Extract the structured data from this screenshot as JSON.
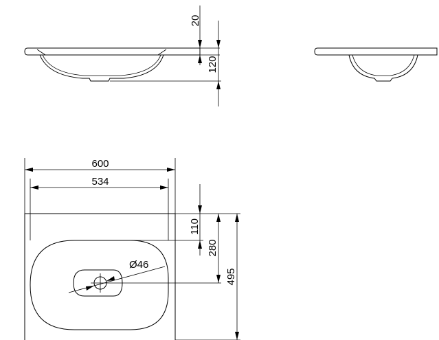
{
  "dimensions": {
    "overall_width": "600",
    "bowl_width": "534",
    "rim_thickness": "20",
    "bowl_depth": "120",
    "front_to_bowl": "110",
    "front_to_tap_hole": "280",
    "overall_depth": "495",
    "tap_hole_diameter": "Ø46"
  }
}
